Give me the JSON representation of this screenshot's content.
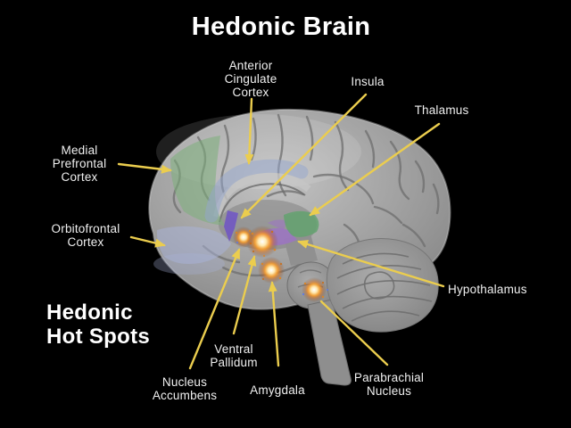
{
  "title": "Hedonic Brain",
  "heading": {
    "hot_spots": "Hedonic\nHot Spots"
  },
  "labels": {
    "anterior_cingulate_cortex": "Anterior\nCingulate\nCortex",
    "insula": "Insula",
    "thalamus": "Thalamus",
    "medial_prefrontal_cortex": "Medial\nPrefrontal\nCortex",
    "orbitofrontal_cortex": "Orbitofrontal\nCortex",
    "nucleus_accumbens": "Nucleus\nAccumbens",
    "ventral_pallidum": "Ventral\nPallidum",
    "amygdala": "Amygdala",
    "parabrachial_nucleus": "Parabrachial\nNucleus",
    "hypothalamus": "Hypothalamus"
  },
  "colors": {
    "background": "#000000",
    "text": "#f0f0f0",
    "pointer_yellow": "#EBCD4E",
    "brain_gray": "#9B9B9B",
    "region_green_prefrontal": "#7CAF7A",
    "region_green_thalamus": "#5FA36B",
    "region_blue_cingulate": "#93A5CD",
    "region_blue_orbitofrontal": "#A9B3DA",
    "region_violet_septal": "#6F54C6",
    "region_purple_hypothalamus": "#9C72C6",
    "hotspot_core": "#FFFFFF",
    "hotspot_glow": "#FFA840"
  },
  "hotspot_count": "4"
}
